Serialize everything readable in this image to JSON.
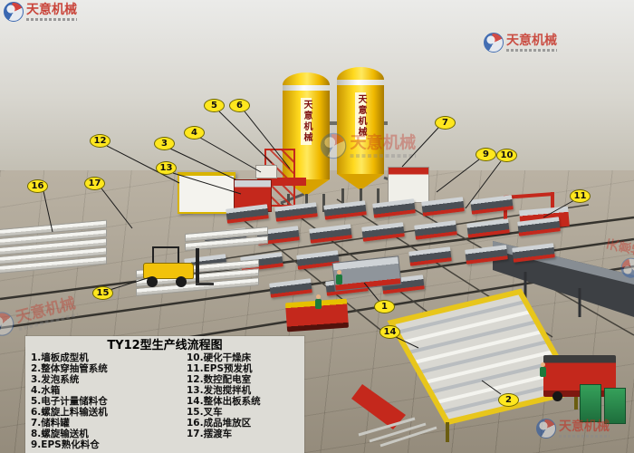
{
  "watermark": {
    "brand": "天意机械"
  },
  "silos": {
    "label": "天意机械"
  },
  "legend": {
    "title": "TY12型生产线流程图",
    "col1": [
      "1.墙板成型机",
      "2.整体穿抽管系统",
      "3.发泡系统",
      "4.水箱",
      "5.电子计量储料仓",
      "6.螺旋上料输送机",
      "7.储料罐",
      "8.螺旋输送机",
      "9.EPS熟化料仓"
    ],
    "col2": [
      "10.硬化干燥床",
      "11.EPS预发机",
      "12.数控配电室",
      "13.发泡搅拌机",
      "14.整体出板系统",
      "15.叉车",
      "16.成品堆放区",
      "17.摆渡车"
    ]
  },
  "callouts": [
    {
      "n": "1"
    },
    {
      "n": "2"
    },
    {
      "n": "3"
    },
    {
      "n": "4"
    },
    {
      "n": "5"
    },
    {
      "n": "6"
    },
    {
      "n": "7"
    },
    {
      "n": "9"
    },
    {
      "n": "10"
    },
    {
      "n": "11"
    },
    {
      "n": "12"
    },
    {
      "n": "13"
    },
    {
      "n": "14"
    },
    {
      "n": "15"
    },
    {
      "n": "16"
    },
    {
      "n": "17"
    }
  ]
}
